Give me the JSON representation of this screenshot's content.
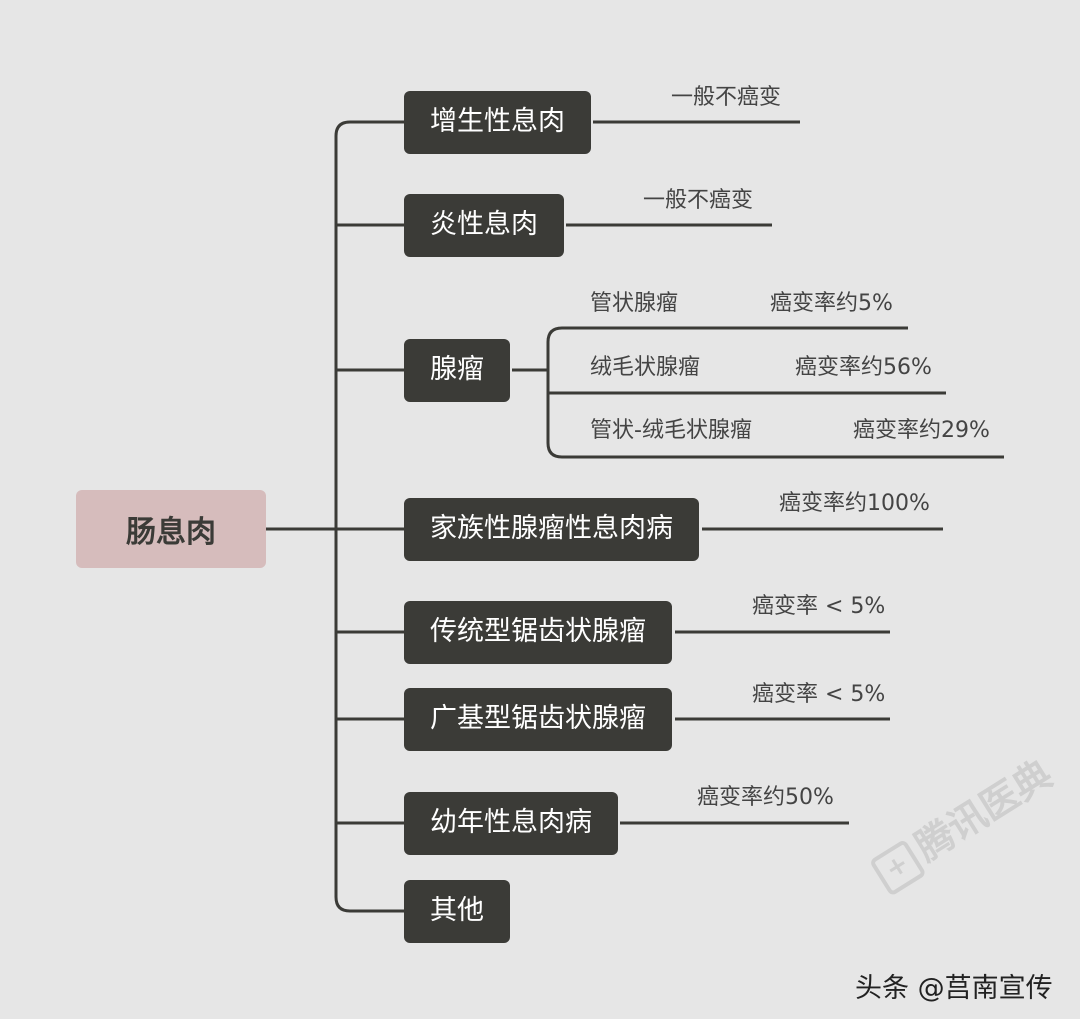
{
  "root": {
    "label": "肠息肉"
  },
  "branches": [
    {
      "label": "增生性息肉",
      "note": "一般不癌变"
    },
    {
      "label": "炎性息肉",
      "note": "一般不癌变"
    },
    {
      "label": "腺瘤",
      "subtypes": [
        {
          "label": "管状腺瘤",
          "rate": "癌变率约5%"
        },
        {
          "label": "绒毛状腺瘤",
          "rate": "癌变率约56%"
        },
        {
          "label": "管状-绒毛状腺瘤",
          "rate": "癌变率约29%"
        }
      ]
    },
    {
      "label": "家族性腺瘤性息肉病",
      "note": "癌变率约100%"
    },
    {
      "label": "传统型锯齿状腺瘤",
      "note": "癌变率 < 5%"
    },
    {
      "label": "广基型锯齿状腺瘤",
      "note": "癌变率 < 5%"
    },
    {
      "label": "幼年性息肉病",
      "note": "癌变率约50%"
    },
    {
      "label": "其他"
    }
  ],
  "watermark": {
    "text": "腾讯医典",
    "icon": "medical-cross-icon"
  },
  "credit": {
    "text": "头条 @莒南宣传"
  },
  "colors": {
    "node_bg": "#3b3b37",
    "root_bg": "#d6bcbc",
    "line": "#3b3b37",
    "background": "#e6e6e6"
  }
}
